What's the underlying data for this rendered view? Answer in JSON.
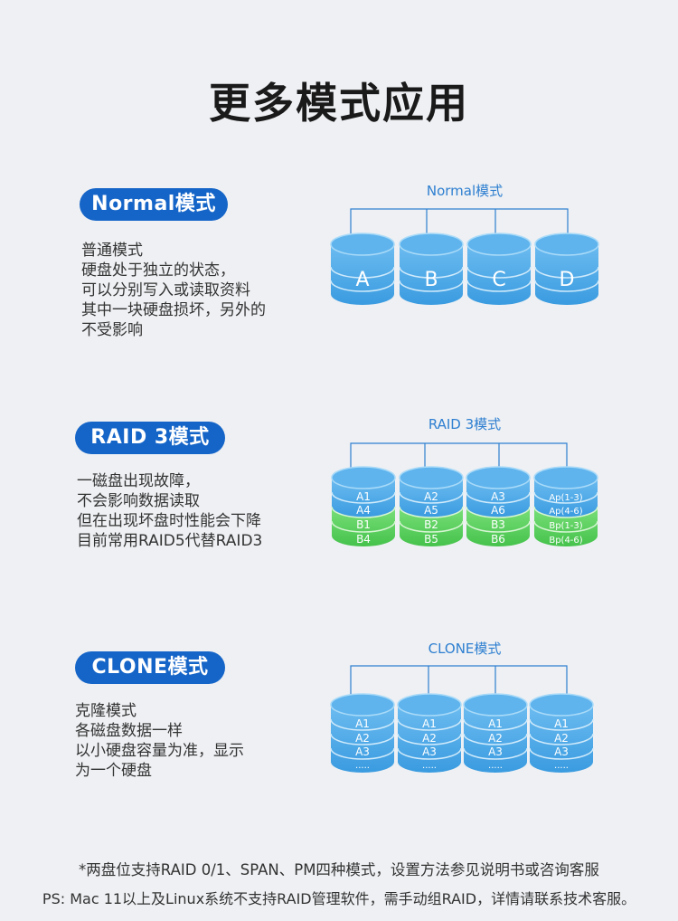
{
  "title": "更多模式应用",
  "sections": [
    {
      "badge": "Normal模式",
      "diagram_label": "Normal模式",
      "desc": [
        "普通模式",
        "硬盘处于独立的状态，",
        "可以分别写入或读取资料",
        "其中一块硬盘损坏，另外的",
        "不受影响"
      ],
      "disks": [
        {
          "letters": [
            "A"
          ]
        },
        {
          "letters": [
            "B"
          ]
        },
        {
          "letters": [
            "C"
          ]
        },
        {
          "letters": [
            "D"
          ]
        }
      ]
    },
    {
      "badge": "RAID 3模式",
      "diagram_label": "RAID 3模式",
      "desc": [
        "一磁盘出现故障，",
        "不会影响数据读取",
        "但在出现坏盘时性能会下降",
        "目前常用RAID5代替RAID3"
      ],
      "disks": [
        {
          "labels": [
            "A1",
            "A4",
            "B1",
            "B4"
          ]
        },
        {
          "labels": [
            "A2",
            "A5",
            "B2",
            "B5"
          ]
        },
        {
          "labels": [
            "A3",
            "A6",
            "B3",
            "B6"
          ]
        },
        {
          "labels": [
            "Ap(1-3)",
            "Ap(4-6)",
            "Bp(1-3)",
            "Bp(4-6)"
          ]
        }
      ]
    },
    {
      "badge": "CLONE模式",
      "diagram_label": "CLONE模式",
      "desc": [
        "克隆模式",
        "各磁盘数据一样",
        "以小硬盘容量为准，显示",
        "为一个硬盘"
      ],
      "disks": [
        {
          "labels": [
            "A1",
            "A2",
            "A3",
            "....."
          ]
        },
        {
          "labels": [
            "A1",
            "A2",
            "A3",
            "....."
          ]
        },
        {
          "labels": [
            "A1",
            "A2",
            "A3",
            "....."
          ]
        },
        {
          "labels": [
            "A1",
            "A2",
            "A3",
            "....."
          ]
        }
      ]
    }
  ],
  "footer": [
    "*两盘位支持RAID  0/1、SPAN、PM四种模式，设置方法参见说明书或咨询客服",
    "PS:  Mac 11以上及Linux系统不支持RAID管理软件，需手动组RAID，详情请联系技术客服。"
  ],
  "colors": {
    "accent": "#1565c8",
    "disk_blue": "#4aa8e6",
    "disk_blue_light": "#8fcdf5",
    "disk_green": "#58d05c",
    "disk_green_light": "#a0ec9c",
    "line": "#2e7fd1"
  }
}
